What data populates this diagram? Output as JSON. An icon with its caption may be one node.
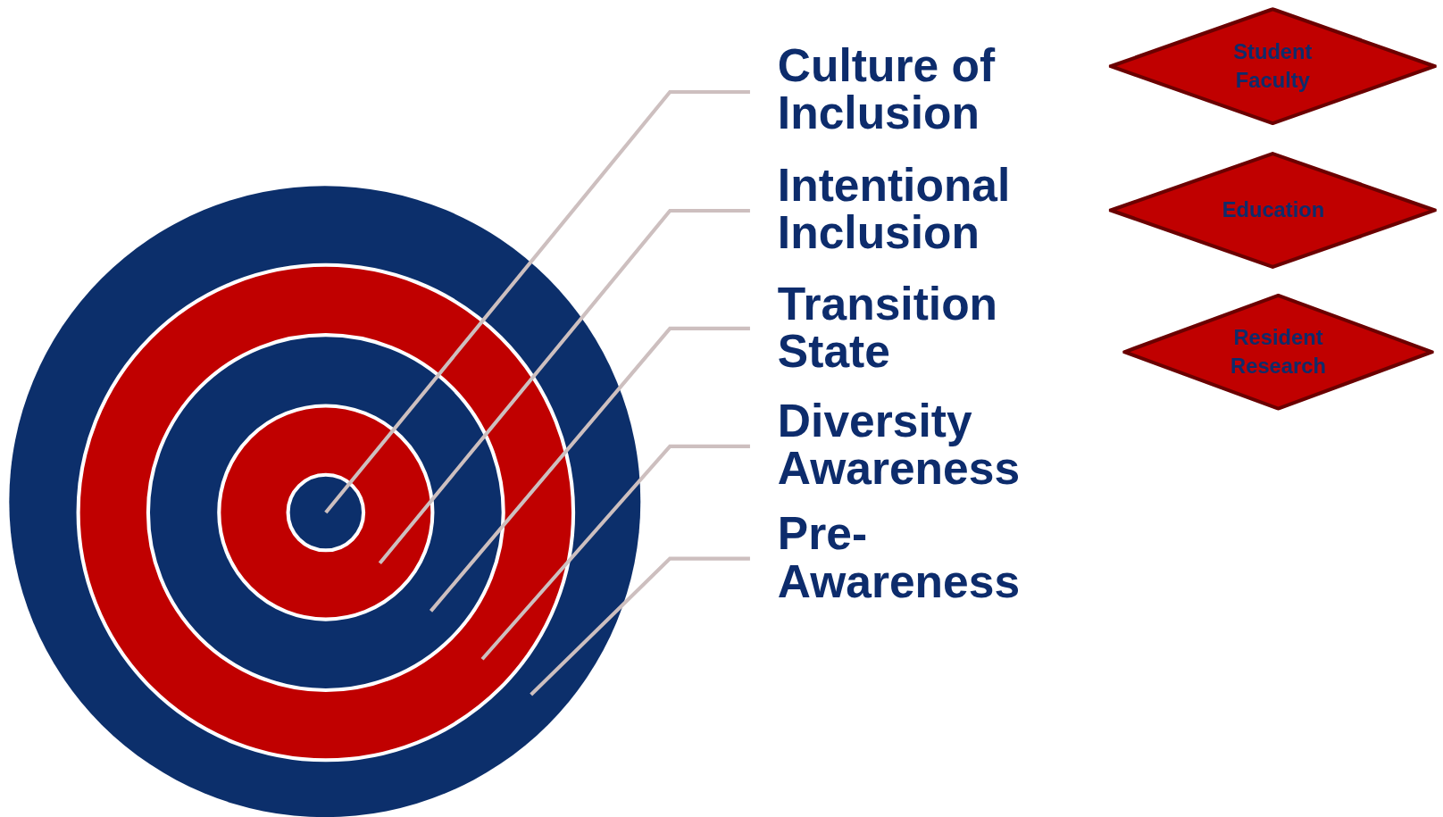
{
  "diagram": {
    "nodes": [
      {
        "text": [],
        "shape": "circle"
      },
      {
        "text": [],
        "shape": "circle",
        "in": 0
      },
      {
        "text": [],
        "shape": "circle",
        "in": 1
      },
      {
        "text": [],
        "shape": "circle",
        "in": 2
      },
      {
        "text": [],
        "shape": "circle",
        "in": 3
      },
      {
        "text": [
          "Culture of Inclusion"
        ]
      },
      {
        "text": [
          "Intentional Inclusion"
        ]
      },
      {
        "text": [
          "Transition State"
        ]
      },
      {
        "text": [
          "Diversity Awareness"
        ]
      },
      {
        "text": [
          "Pre-Awareness"
        ]
      },
      {
        "text": [
          "Student Faculty"
        ]
      },
      {
        "text": [
          "Education"
        ]
      },
      {
        "text": [
          "Resident Research"
        ]
      }
    ],
    "edges": [
      {
        "from": 5,
        "to": 4,
        "arrow": "none"
      },
      {
        "from": 6,
        "to": 3,
        "arrow": "none"
      },
      {
        "from": 7,
        "to": 2,
        "arrow": "none"
      },
      {
        "from": 8,
        "to": 1,
        "arrow": "none"
      },
      {
        "from": 9,
        "to": 0,
        "arrow": "none"
      }
    ]
  }
}
